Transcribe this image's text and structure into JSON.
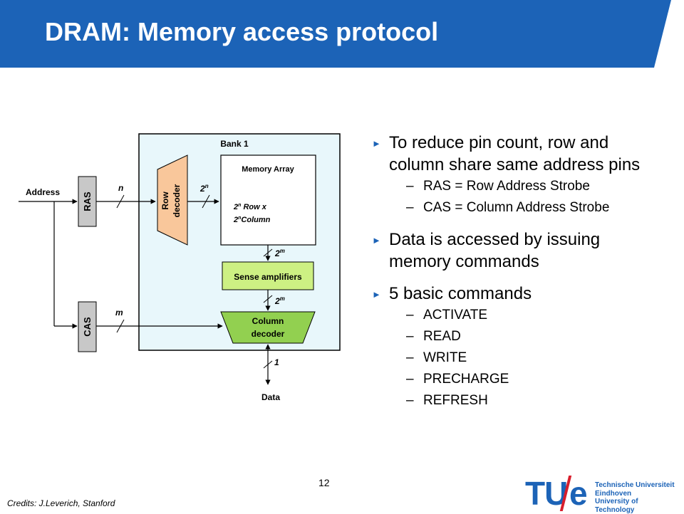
{
  "title": "DRAM: Memory access protocol",
  "colors": {
    "header": "#1c63b7",
    "bank": "#e8f7fb",
    "row_decoder": "#f9c79b",
    "sense": "#cdf083",
    "column_decoder": "#92d050",
    "strobe": "#c8c8c8"
  },
  "diagram": {
    "bank_label": "Bank 1",
    "address_label": "Address",
    "ras_label": "RAS",
    "cas_label": "CAS",
    "n_label": "n",
    "m_label": "m",
    "row_decoder_line1": "Row",
    "row_decoder_line2": "decoder",
    "two_n_base": "2",
    "two_n_exp": "n",
    "memory_array_label": "Memory Array",
    "array_row_base": "2",
    "array_row_exp": "n",
    "array_row_text": " Row x",
    "array_col_base": "2",
    "array_col_exp": "n",
    "array_col_text": "Column",
    "two_m_base": "2",
    "two_m_exp": "m",
    "sense_label": "Sense amplifiers",
    "column_decoder_line1": "Column",
    "column_decoder_line2": "decoder",
    "one_label": "1",
    "data_label": "Data"
  },
  "bullets": [
    {
      "text": "To reduce pin count, row and column share same address pins",
      "sub": [
        "RAS = Row Address Strobe",
        "CAS = Column Address Strobe"
      ]
    },
    {
      "text": "Data is accessed by issuing memory commands",
      "sub": []
    },
    {
      "text": "5 basic commands",
      "sub": [
        "ACTIVATE",
        "READ",
        "WRITE",
        "PRECHARGE",
        "REFRESH"
      ]
    }
  ],
  "bullet_marker": "►",
  "sub_marker": "–",
  "page_number": "12",
  "credits": "Credits: J.Leverich, Stanford",
  "logo": {
    "mark_left": "TU",
    "mark_right": "e",
    "line1": "Technische Universiteit",
    "line2": "Eindhoven",
    "line3": "University of Technology"
  }
}
